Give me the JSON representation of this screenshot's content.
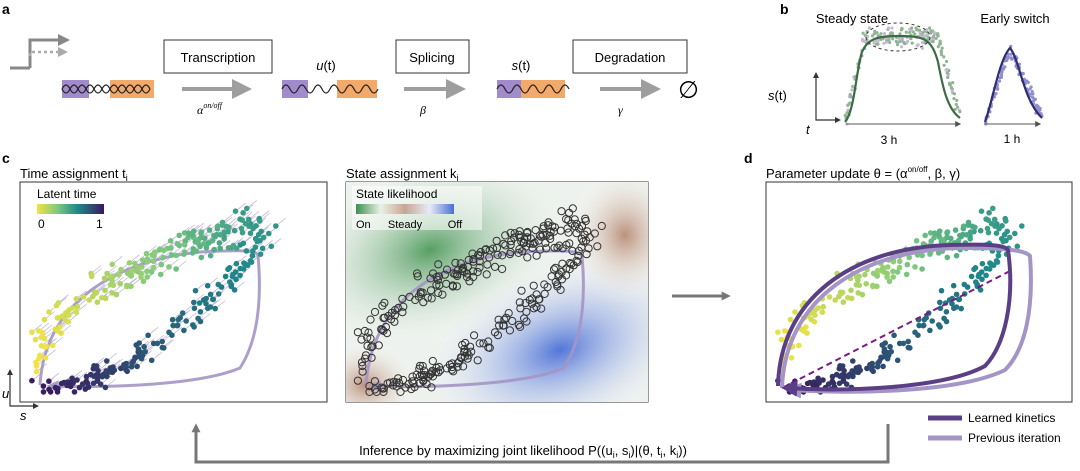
{
  "panels": {
    "a": {
      "letter": "a",
      "steps": [
        {
          "label": "Transcription",
          "rate": "α",
          "rate_sup": "on/off"
        },
        {
          "label": "Splicing",
          "rate": "β",
          "rate_sup": ""
        },
        {
          "label": "Degradation",
          "rate": "γ",
          "rate_sup": ""
        }
      ],
      "u_label_var": "u",
      "u_label_arg": "(t)",
      "s_label_var": "s",
      "s_label_arg": "(t)",
      "null_symbol": "∅"
    },
    "b": {
      "letter": "b",
      "steady_title": "Steady state",
      "early_title": "Early switch",
      "y_axis_var": "s",
      "y_axis_arg": "(t)",
      "x_axis_var": "t",
      "steady_duration": "3 h",
      "early_duration": "1 h"
    },
    "c": {
      "letter": "c",
      "time_title": "Time assignment t",
      "time_title_sub": "i",
      "colorbar_title": "Latent time",
      "colorbar_min": "0",
      "colorbar_max": "1",
      "state_title": "State assignment k",
      "state_title_sub": "i",
      "state_legend_title": "State likelihood",
      "state_labels": [
        "On",
        "Steady",
        "Off"
      ],
      "axis_u": "u",
      "axis_s": "s"
    },
    "d": {
      "letter": "d",
      "title_prefix": "Parameter update θ = (α",
      "title_sup": "on/off",
      "title_suffix": ", β, γ)",
      "legend": [
        {
          "label": "Learned kinetics",
          "color": "#5b3f86"
        },
        {
          "label": "Previous iteration",
          "color": "#a595c6"
        }
      ]
    }
  },
  "footer": {
    "text_prefix": "Inference by maximizing joint likelihood P((u",
    "sub1": "i",
    "mid1": ", s",
    "sub2": "i",
    "mid2": ")|(θ, t",
    "sub3": "i",
    "mid3": ", k",
    "sub4": "i",
    "suffix": "))"
  },
  "colors": {
    "unspliced": "#a18bcc",
    "spliced": "#f2a96a",
    "arrow": "#9e9e9e",
    "on": "#3f8f4f",
    "steady": "#c09a8a",
    "off": "#4a6fd6",
    "learned": "#5b3f86",
    "previous": "#a595c6",
    "dashed": "#7a1a86",
    "steady_curve": "#3d6b47",
    "early_curve": "#2e2d6e"
  }
}
